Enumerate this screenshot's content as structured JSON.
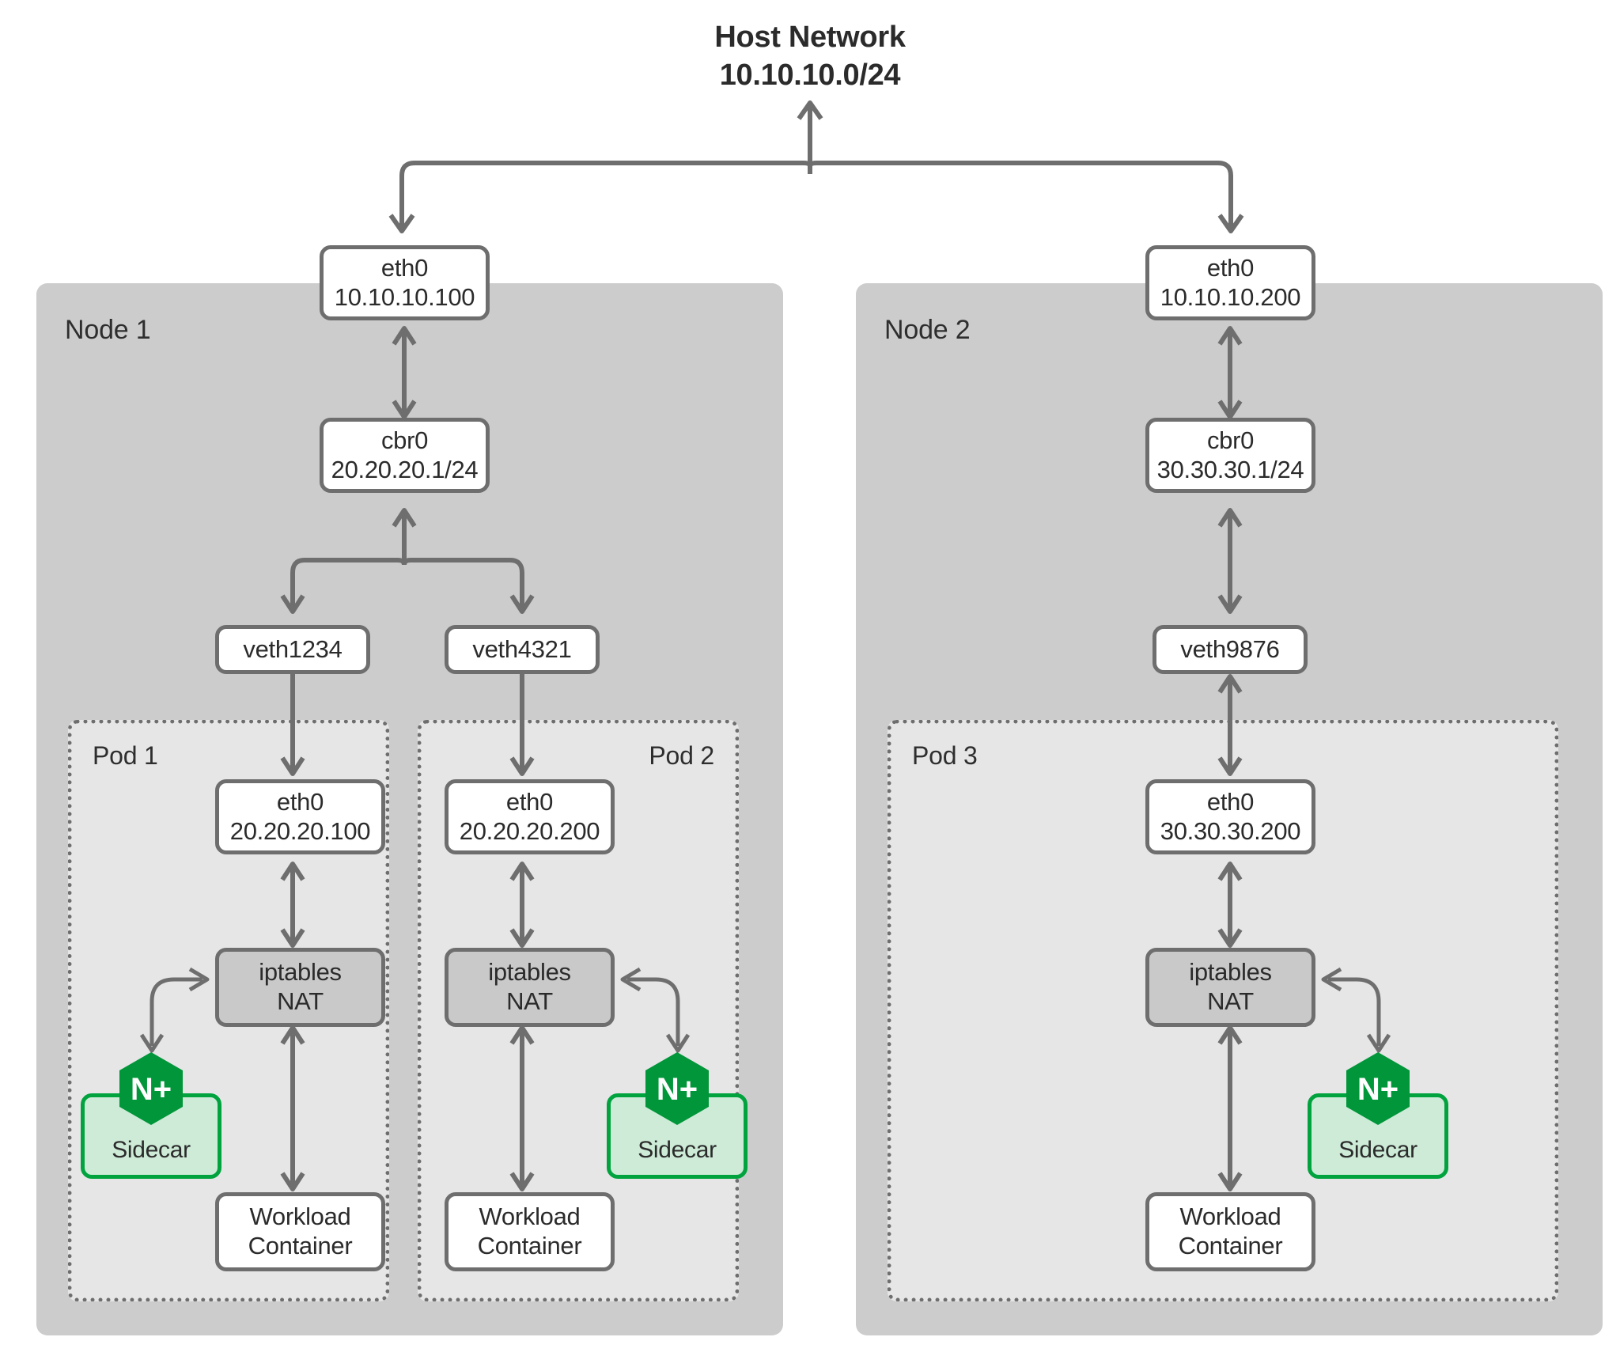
{
  "host": {
    "title_line1": "Host Network",
    "title_line2": "10.10.10.0/24"
  },
  "colors": {
    "node_bg": "#cccccc",
    "pod_bg": "#e6e6e6",
    "box_border": "#6e6e6e",
    "nat_fill": "#c9c9c9",
    "sidecar_fill": "#cdebd7",
    "sidecar_border": "#00a33e",
    "nginx_green": "#009639",
    "text": "#2b2b2b"
  },
  "nodes": [
    {
      "label": "Node 1",
      "eth0": {
        "name": "eth0",
        "ip": "10.10.10.100"
      },
      "bridge": {
        "name": "cbr0",
        "ip": "20.20.20.1/24"
      },
      "veths": [
        {
          "name": "veth1234"
        },
        {
          "name": "veth4321"
        }
      ],
      "pods": [
        {
          "label": "Pod 1",
          "label_align": "left",
          "eth0": {
            "name": "eth0",
            "ip": "20.20.20.100"
          },
          "nat": {
            "line1": "iptables",
            "line2": "NAT"
          },
          "sidecar": {
            "label": "Sidecar",
            "logo": "nginx-plus-hex-icon",
            "logo_text": "N+",
            "side": "left"
          },
          "workload": {
            "line1": "Workload",
            "line2": "Container"
          }
        },
        {
          "label": "Pod 2",
          "label_align": "right",
          "eth0": {
            "name": "eth0",
            "ip": "20.20.20.200"
          },
          "nat": {
            "line1": "iptables",
            "line2": "NAT"
          },
          "sidecar": {
            "label": "Sidecar",
            "logo": "nginx-plus-hex-icon",
            "logo_text": "N+",
            "side": "right"
          },
          "workload": {
            "line1": "Workload",
            "line2": "Container"
          }
        }
      ]
    },
    {
      "label": "Node 2",
      "eth0": {
        "name": "eth0",
        "ip": "10.10.10.200"
      },
      "bridge": {
        "name": "cbr0",
        "ip": "30.30.30.1/24"
      },
      "veths": [
        {
          "name": "veth9876"
        }
      ],
      "pods": [
        {
          "label": "Pod 3",
          "label_align": "left",
          "eth0": {
            "name": "eth0",
            "ip": "30.30.30.200"
          },
          "nat": {
            "line1": "iptables",
            "line2": "NAT"
          },
          "sidecar": {
            "label": "Sidecar",
            "logo": "nginx-plus-hex-icon",
            "logo_text": "N+",
            "side": "right"
          },
          "workload": {
            "line1": "Workload",
            "line2": "Container"
          }
        }
      ]
    }
  ]
}
